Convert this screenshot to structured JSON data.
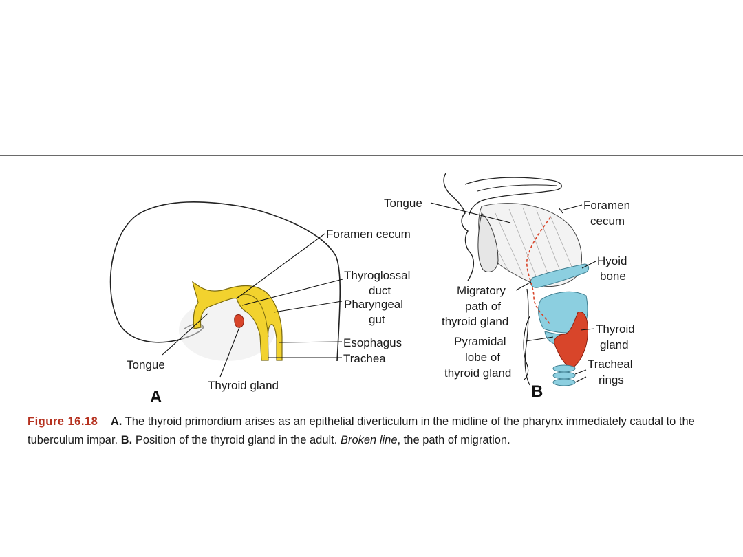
{
  "colors": {
    "gut_yellow": "#f2d22e",
    "thyroid_red": "#d8452a",
    "cartilage_blue": "#8ccfe0",
    "caption_red": "#b5311f"
  },
  "panel_a": {
    "letter": "A",
    "labels": {
      "foramen_cecum": "Foramen cecum",
      "thyroglossal_1": "Thyroglossal",
      "thyroglossal_2": "duct",
      "pharyngeal_1": "Pharyngeal",
      "pharyngeal_2": "gut",
      "esophagus": "Esophagus",
      "trachea": "Trachea",
      "tongue": "Tongue",
      "thyroid_gland": "Thyroid gland"
    }
  },
  "panel_b": {
    "letter": "B",
    "labels": {
      "tongue": "Tongue",
      "foramen_1": "Foramen",
      "foramen_2": "cecum",
      "hyoid_1": "Hyoid",
      "hyoid_2": "bone",
      "migratory_1": "Migratory",
      "migratory_2": "path of",
      "migratory_3": "thyroid gland",
      "pyramidal_1": "Pyramidal",
      "pyramidal_2": "lobe of",
      "pyramidal_3": "thyroid gland",
      "thyroid_1": "Thyroid",
      "thyroid_2": "gland",
      "tracheal_1": "Tracheal",
      "tracheal_2": "rings"
    }
  },
  "caption": {
    "figure_no": "Figure 16.18",
    "a_letter": "A.",
    "a_text": "The thyroid primordium arises as an epithelial diverticulum in the midline of the pharynx immediately caudal to the tuberculum impar.",
    "b_letter": "B.",
    "b_text": "Position of the thyroid gland in the adult.",
    "broken_line": "Broken line",
    "broken_text": ", the path of migration."
  }
}
